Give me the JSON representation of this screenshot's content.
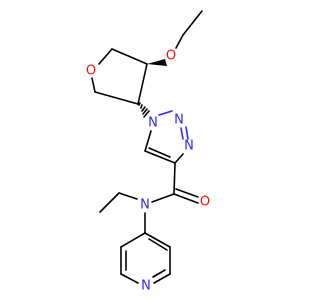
{
  "colors": {
    "carbon_bond": "#000000",
    "nitrogen": "#2a2aff",
    "oxygen": "#ff0d0d",
    "background": "#ffffff"
  },
  "atoms": {
    "o_ether": "O",
    "o_ring": "O",
    "n1": "N",
    "n2": "N",
    "n3": "N",
    "o_carbonyl": "O",
    "n_amide": "N",
    "n_pyridine": "N"
  }
}
